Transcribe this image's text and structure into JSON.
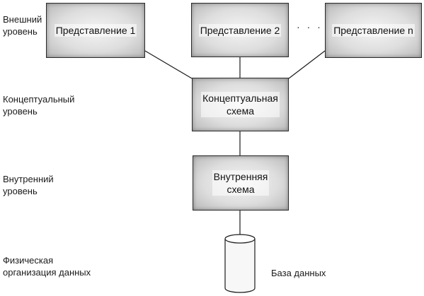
{
  "levels": {
    "external": [
      "Внешний",
      "уровень"
    ],
    "conceptual": [
      "Концептуальный",
      "уровень"
    ],
    "internal": [
      "Внутренний",
      "уровень"
    ],
    "physical": [
      "Физическая",
      "организация данных"
    ]
  },
  "views": {
    "view1": "Представление 1",
    "view2": "Представление 2",
    "ellipsis": "· · ·",
    "viewN": "Представление n"
  },
  "conceptual_schema": [
    "Концептуальная",
    "схема"
  ],
  "internal_schema": [
    "Внутренняя",
    "схема"
  ],
  "database": "База данных"
}
